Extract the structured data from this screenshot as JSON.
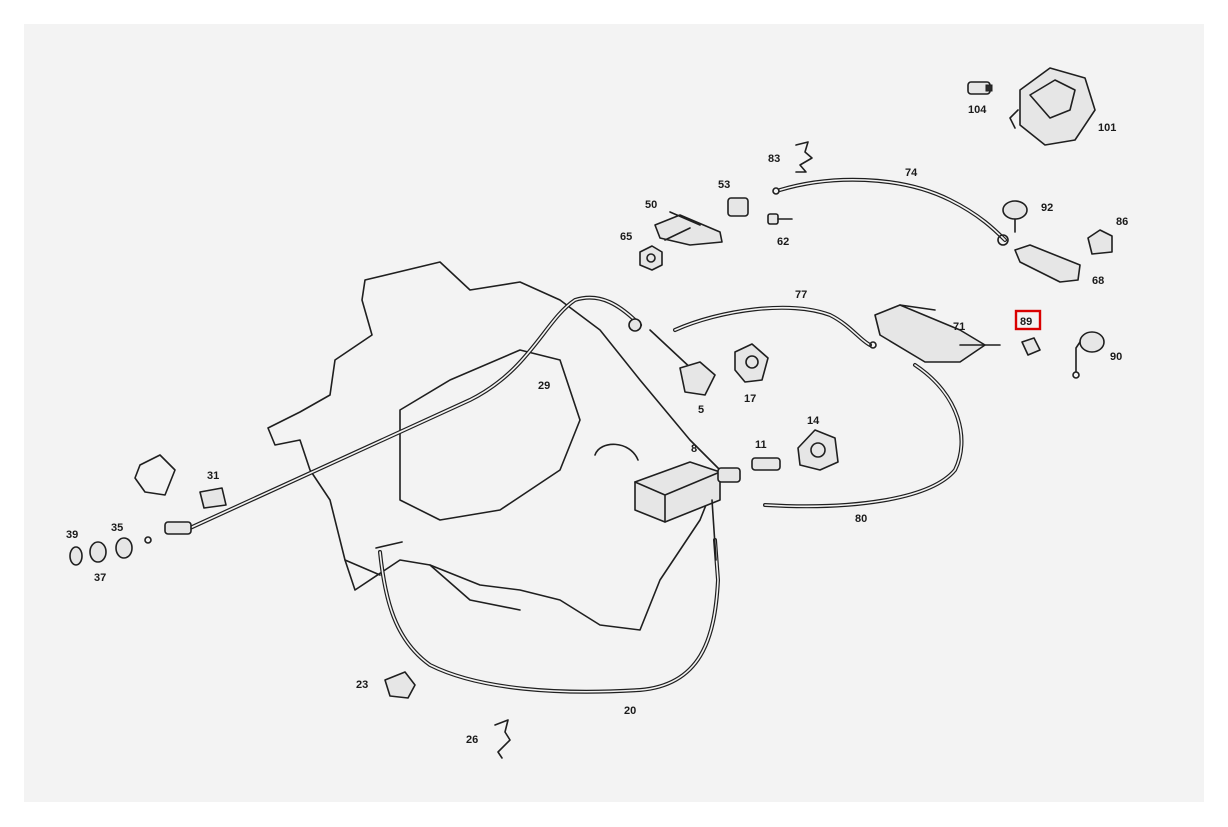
{
  "diagram": {
    "highlight_color": "#d90000",
    "highlighted_callout": "89",
    "callouts": [
      "104",
      "101",
      "83",
      "74",
      "53",
      "92",
      "86",
      "50",
      "65",
      "62",
      "68",
      "77",
      "71",
      "89",
      "90",
      "29",
      "5",
      "17",
      "14",
      "8",
      "11",
      "31",
      "35",
      "39",
      "37",
      "80",
      "23",
      "20",
      "26"
    ]
  }
}
